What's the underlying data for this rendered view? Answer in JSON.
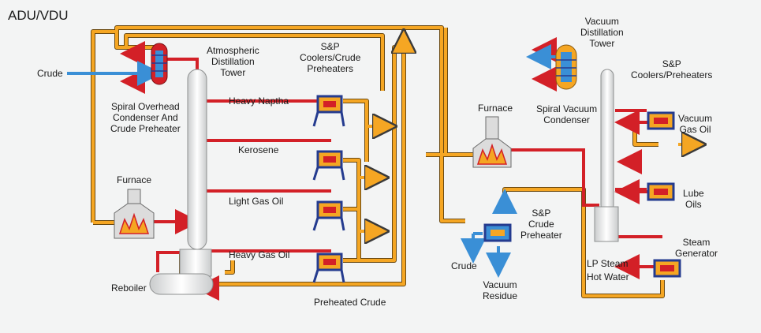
{
  "title": "ADU/VDU",
  "labels": {
    "crude_in": "Crude",
    "spiral_overhead": "Spiral Overhead\nCondenser And\nCrude Preheater",
    "atm_tower": "Atmospheric\nDistillation\nTower",
    "sp_coolers_crude": "S&P\nCoolers/Crude\nPreheaters",
    "heavy_naptha": "Heavy Naptha",
    "kerosene": "Kerosene",
    "light_gas_oil": "Light Gas Oil",
    "heavy_gas_oil": "Heavy Gas Oil",
    "furnace_left": "Furnace",
    "reboiler": "Reboiler",
    "preheated_crude": "Preheated Crude",
    "furnace_mid": "Furnace",
    "sp_crude_preheater": "S&P\nCrude\nPreheater",
    "crude_vac": "Crude",
    "vacuum_residue": "Vacuum\nResidue",
    "vacuum_tower": "Vacuum\nDistillation\nTower",
    "spiral_vacuum": "Spiral Vacuum\nCondenser",
    "sp_coolers_preheaters": "S&P\nCoolers/Preheaters",
    "vacuum_gas_oil": "Vacuum\nGas Oil",
    "lube_oils": "Lube\nOils",
    "steam_generator": "Steam\nGenerator",
    "lp_steam": "LP Steam",
    "hot_water": "Hot Water"
  },
  "colors": {
    "hot": "#d32027",
    "warm": "#f5a623",
    "cold": "#3a8fd6",
    "equipment_blue": "#243b8f",
    "vessel": "#dfe0e0"
  },
  "icons": [
    "heat-exchanger-icon",
    "furnace-icon",
    "condenser-icon",
    "flow-arrow-icon",
    "flame-icon"
  ]
}
